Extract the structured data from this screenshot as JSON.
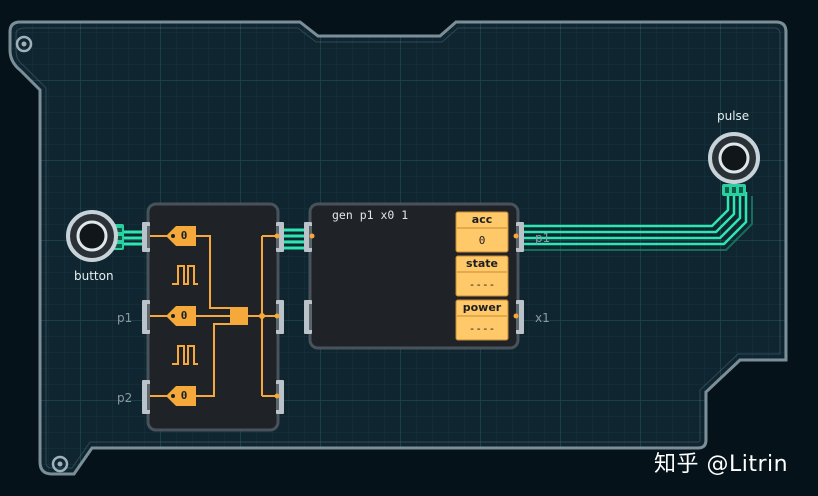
{
  "colors": {
    "background": "#06121a",
    "board": "#0f2631",
    "board_edge": "#8fa3ad",
    "wire_active": "#2ee6b0",
    "logic_orange": "#f5a93a",
    "register_fill": "#ffc868",
    "module_fill": "#1f2327"
  },
  "board": {
    "button_label": "button",
    "pulse_label": "pulse"
  },
  "port_labels": {
    "p1_left": "p1",
    "p2_left": "p2",
    "p1_right": "p1",
    "x1_right": "x1"
  },
  "logic_module": {
    "latch_values": [
      "0",
      "0",
      "0"
    ],
    "icons": [
      "pulse-wave-icon",
      "pulse-wave-icon"
    ]
  },
  "controller": {
    "code": "gen p1 x0 1",
    "registers": [
      {
        "name": "acc",
        "value": "0"
      },
      {
        "name": "state",
        "value": "----"
      },
      {
        "name": "power",
        "value": "----"
      }
    ]
  },
  "watermark": "知乎 @Litrin"
}
